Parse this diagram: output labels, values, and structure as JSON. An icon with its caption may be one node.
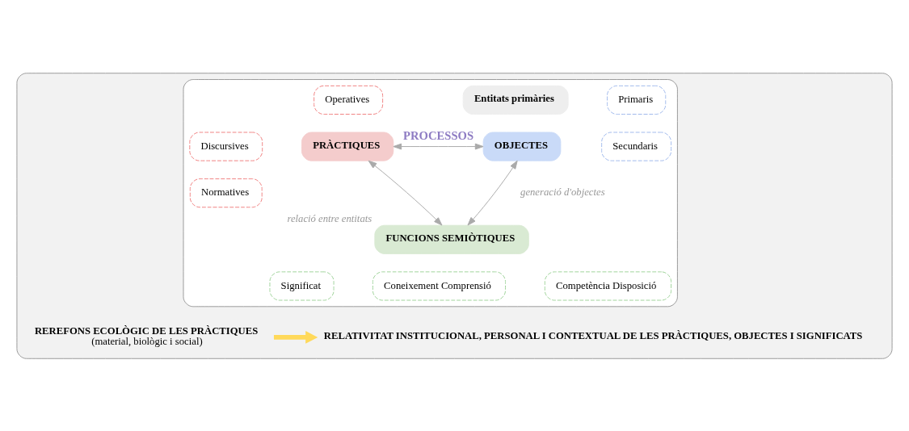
{
  "diagram": {
    "nodes": [
      {
        "text": [],
        "shape": "box"
      },
      {
        "text": [],
        "shape": "box",
        "in": 0
      },
      {
        "text": [
          "Entitats primàries"
        ],
        "in": 1
      },
      {
        "text": [
          "Operatives"
        ],
        "in": 1
      },
      {
        "text": [
          "Discursives"
        ],
        "in": 1
      },
      {
        "text": [
          "Normatives"
        ],
        "in": 1
      },
      {
        "text": [
          "PRÀCTIQUES"
        ],
        "in": 1
      },
      {
        "text": [
          "OBJECTES"
        ],
        "in": 1
      },
      {
        "text": [
          "Primaris"
        ],
        "in": 1
      },
      {
        "text": [
          "Secundaris"
        ],
        "in": 1
      },
      {
        "text": [
          "FUNCIONS SEMIÒTIQUES"
        ],
        "beside": [
          "relació entre entitats"
        ],
        "in": 1
      },
      {
        "text": [
          "Significat"
        ],
        "in": 1
      },
      {
        "text": [
          "Coneixement Comprensió"
        ],
        "in": 1
      },
      {
        "text": [
          "Competència Disposició"
        ],
        "in": 1
      },
      {
        "text": [
          "REREFONS ECOLÒGIC DE LES PRÀCTIQUES",
          "(material, biològic i social)"
        ],
        "in": 0
      },
      {
        "text": [
          "RELATIVITAT INSTITUCIONAL, PERSONAL I CONTEXTUAL DE LES PRÀCTIQUES, OBJECTES I SIGNIFICATS"
        ],
        "in": 0
      }
    ],
    "edges": [
      {
        "from": 6,
        "to": 7,
        "arrow": "both",
        "label": "PROCESSOS"
      },
      {
        "from": 6,
        "to": 10,
        "arrow": "both"
      },
      {
        "from": 7,
        "to": 10,
        "arrow": "both"
      },
      {
        "from": 14,
        "to": 15,
        "arrow": "to",
        "style": "thick",
        "color": "#ffd95a"
      }
    ],
    "labels": [
      "generació d'objectes"
    ]
  }
}
